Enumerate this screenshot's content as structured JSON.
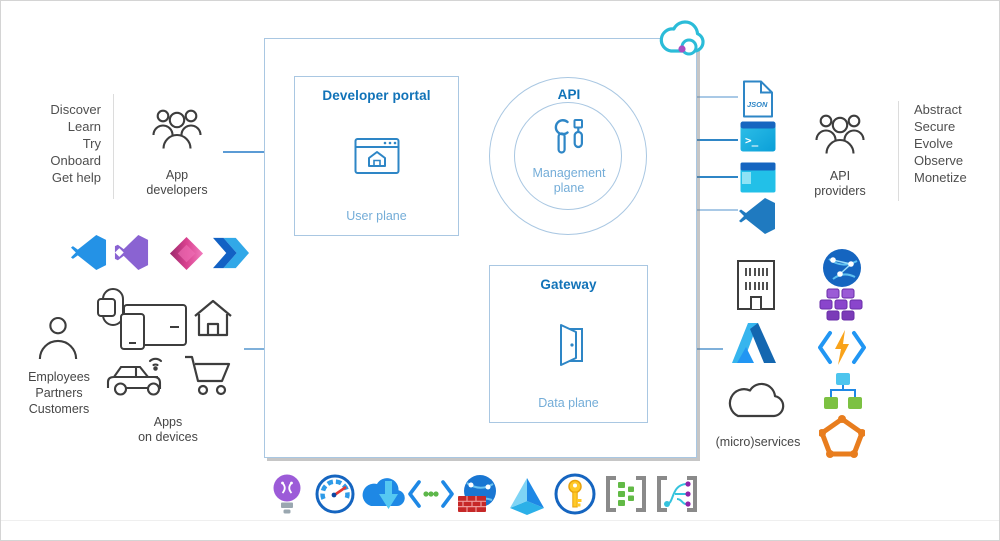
{
  "theme": {
    "accent_blue": "#1173b8",
    "plane_blue": "#74add8",
    "box_border_blue": "#a9c7e2",
    "line_blue": "#5b9bd5",
    "line_strong_blue": "#2f86c6",
    "line_light_blue": "#a9c9e6",
    "text_gray": "#4f4f4f",
    "outline_gray": "#3d3d3d"
  },
  "left_panel": {
    "activities": [
      "Discover",
      "Learn",
      "Try",
      "Onboard",
      "Get help"
    ],
    "app_developers_label": [
      "App",
      "developers"
    ],
    "dev_tool_icons": [
      "vs-code",
      "visual-studio",
      "power-apps",
      "power-automate"
    ],
    "employees_label": [
      "Employees",
      "Partners",
      "Customers"
    ],
    "apps_on_devices_label": [
      "Apps",
      "on devices"
    ],
    "device_icons": [
      "watch-phone-laptop",
      "house",
      "car-connected",
      "shopping-cart"
    ]
  },
  "main_box": {
    "cloud_icon": "api-management-cloud",
    "developer_portal": {
      "title": "Developer portal",
      "plane_label": "User plane",
      "icon": "browser-home"
    },
    "api_circle": {
      "title": "API",
      "plane_label": [
        "Management",
        "plane"
      ],
      "icon": "wrench-screwdriver"
    },
    "gateway": {
      "title": "Gateway",
      "plane_label": "Data plane",
      "icon": "open-door"
    }
  },
  "right_panel": {
    "file_icon_label": "JSON",
    "terminal_prompt": ">_",
    "output_icons": [
      "json-file",
      "terminal",
      "app-window",
      "vs-code"
    ],
    "api_providers_label": [
      "API",
      "providers"
    ],
    "activities": [
      "Abstract",
      "Secure",
      "Evolve",
      "Observe",
      "Monetize"
    ],
    "backend_icons": [
      "building",
      "azure-logo",
      "cloud-outline"
    ],
    "microservices_label": "(micro)services",
    "service_icons": [
      "globe-network",
      "cubes-cluster",
      "functions-bolt",
      "resource-hierarchy",
      "pentagon-ring"
    ]
  },
  "bottom_row": {
    "icons": [
      "idea-bulb",
      "speed-gauge",
      "cloud-arrow",
      "code-dots",
      "globe-firewall",
      "pyramid",
      "key-vault",
      "brackets-tasks",
      "brackets-network"
    ]
  }
}
